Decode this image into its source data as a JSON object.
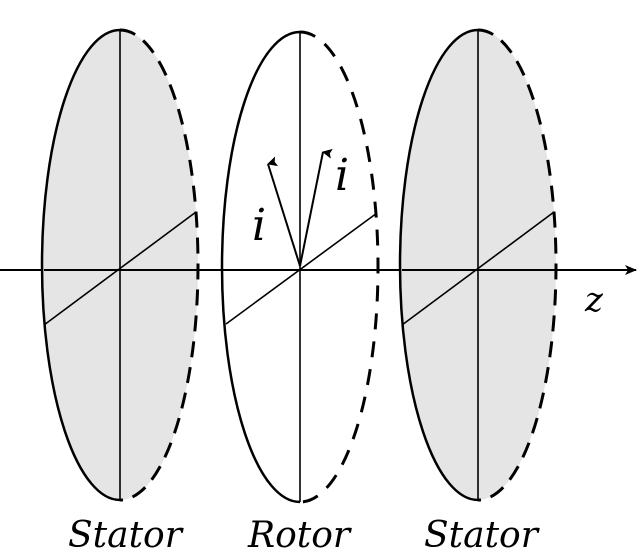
{
  "labels": {
    "stator_left": "Stator",
    "rotor": "Rotor",
    "stator_right": "Stator",
    "axis": "z",
    "current_left": "i",
    "current_right": "i"
  },
  "colors": {
    "disk_fill": "#e5e5e5",
    "stroke": "#000000",
    "background": "#ffffff"
  }
}
